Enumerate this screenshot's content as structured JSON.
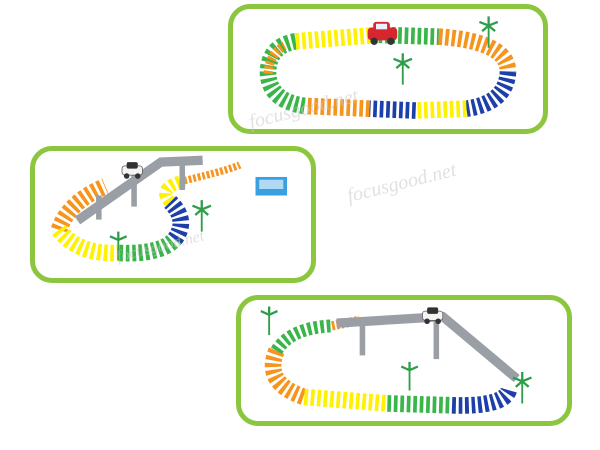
{
  "watermarks": [
    "focusgood.net",
    "focusgood.net",
    "focusgood.net"
  ],
  "colors": {
    "panel_border": "#8cc63f",
    "track_orange": "#f7941d",
    "track_yellow": "#fff200",
    "track_green": "#39b54a",
    "track_blue": "#1c3faa",
    "bridge_gray": "#9a9fa6",
    "car_red": "#d7262e",
    "car_white": "#f4f4f4",
    "palm": "#2e9e4a"
  },
  "scenes": [
    {
      "name": "oval-track",
      "has_bridge": false,
      "car": "red"
    },
    {
      "name": "figure-eight-bridge",
      "has_bridge": true,
      "car": "white"
    },
    {
      "name": "ramp-loop",
      "has_bridge": true,
      "car": "white"
    }
  ]
}
